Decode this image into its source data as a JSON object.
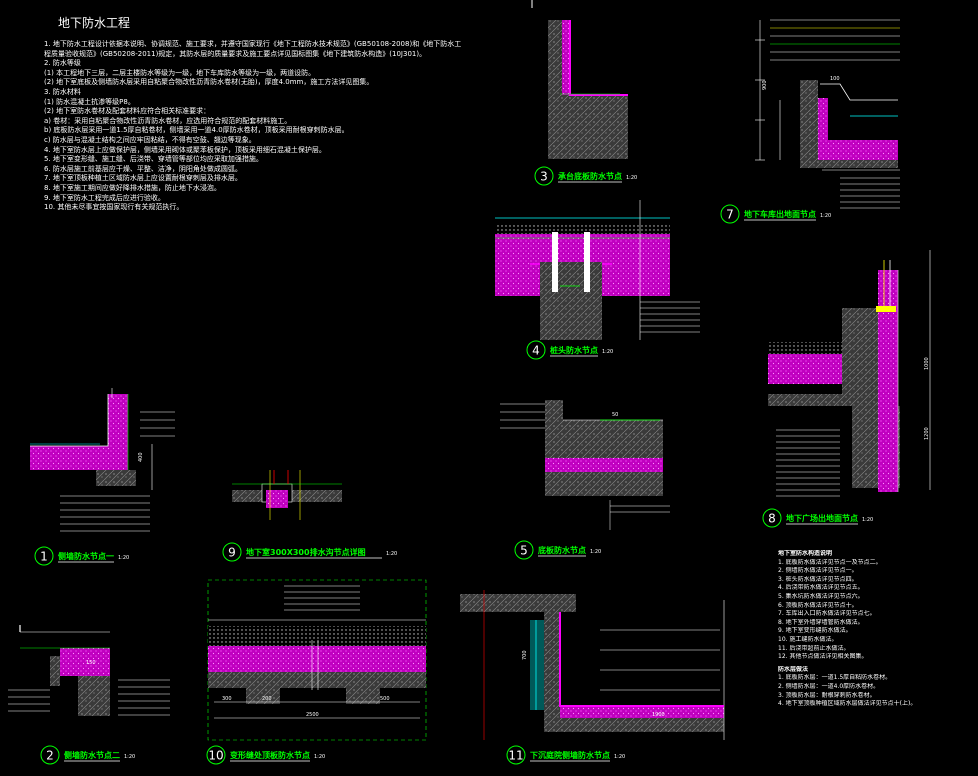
{
  "document": {
    "title": "地下防水工程",
    "notes": [
      "1. 地下防水工程设计依据本说明、协调规范、施工要求，并遵守国家现行《地下工程防水技术规范》(GB50108-2008)和《地下防水工",
      "程质量验收规范》(GB50208-2011)规定，其防水层的质量要求及施工要点详见国标图集《地下建筑防水构造》(10J301)。",
      "2. 防水等级",
      "(1) 本工程地下三层，二层主楼防水等级为一级，地下车库防水等级为一级，两道设防。",
      "(2) 地下室底板及侧墙防水层采用自粘聚合物改性沥青防水卷材(无胎)，厚度4.0mm，施工方法详见图集。",
      "3. 防水材料",
      "(1) 防水混凝土抗渗等级P8。",
      "(2) 地下室防水卷材及配套材料应符合相关标准要求：",
      "a) 卷材：采用自粘聚合物改性沥青防水卷材，应选用符合规范的配套材料施工。",
      "b) 底板防水层采用一道1.5厚自粘卷材，侧墙采用一道4.0厚防水卷材，顶板采用耐根穿刺防水层。",
      "c) 防水层与混凝土结构之间应牢固粘结，不得有空鼓、翘边等现象。",
      "4. 地下室防水层上应做保护层，侧墙采用砌体或聚苯板保护，顶板采用细石混凝土保护层。",
      "5. 地下室变形缝、施工缝、后浇带、穿墙管等部位均应采取加强措施。",
      "6. 防水层施工前基层应干燥、平整、洁净，阴阳角处做成圆弧。",
      "7. 地下室顶板种植土区域防水层上应设置耐根穿刺层及排水层。",
      "8. 地下室施工期间应做好降排水措施，防止地下水浸泡。",
      "9. 地下室防水工程完成后应进行验收。",
      "10. 其他未尽事宜按国家现行有关规范执行。"
    ],
    "side_notes_title": "地下室防水构造说明",
    "side_notes": [
      "1. 底板防水做法详见节点一及节点二。",
      "2. 侧墙防水做法详见节点一。",
      "3. 桩头防水做法详见节点四。",
      "4. 后浇带防水做法详见节点五。",
      "5. 集水坑防水做法详见节点六。",
      "6. 顶板防水做法详见节点十。",
      "7. 车库出入口防水做法详见节点七。",
      "8. 地下室外墙穿墙管防水做法。",
      "9. 地下室变形缝防水做法。",
      "10. 施工缝防水做法。",
      "11. 后浇带超前止水做法。",
      "12. 其他节点做法详见相关图集。"
    ],
    "side_notes2_title": "防水层做法",
    "side_notes2": [
      "1. 底板防水层：一道1.5厚自粘防水卷材。",
      "2. 侧墙防水层：一道4.0厚防水卷材。",
      "3. 顶板防水层：耐根穿刺防水卷材。",
      "4. 地下室顶板种植区域防水层做法详见节点十(上)。"
    ]
  },
  "details": [
    {
      "num": "1",
      "label": "侧墙防水节点一",
      "scale": "1:20"
    },
    {
      "num": "2",
      "label": "侧墙防水节点二",
      "scale": "1:20"
    },
    {
      "num": "3",
      "label": "承台底板防水节点",
      "scale": "1:20"
    },
    {
      "num": "4",
      "label": "桩头防水节点",
      "scale": "1:20"
    },
    {
      "num": "5",
      "label": "底板防水节点",
      "scale": "1:20"
    },
    {
      "num": "7",
      "label": "地下车库出地面节点",
      "scale": "1:20"
    },
    {
      "num": "8",
      "label": "地下广场出地面节点",
      "scale": "1:20"
    },
    {
      "num": "9",
      "label": "地下室300X300排水沟节点详图",
      "scale": "1:20"
    },
    {
      "num": "10",
      "label": "变形缝处顶板防水节点",
      "scale": "1:20"
    },
    {
      "num": "11",
      "label": "下沉庭院侧墙防水节点",
      "scale": "1:20"
    }
  ],
  "dims": {
    "d400": "400",
    "d200": "200",
    "d500": "500",
    "d700": "700",
    "d900": "900",
    "d1200": "1200",
    "d2500": "2500",
    "d300": "300",
    "d150": "150",
    "d100": "100",
    "d1000": "1000",
    "d50": "50",
    "d1900": "1900"
  },
  "colors": {
    "magenta": "#ff00ff",
    "green": "#00ff00",
    "yellow": "#ffff00",
    "cyan": "#00ffff",
    "red": "#ff0000",
    "white": "#ffffff",
    "gray": "#8c8c8c"
  }
}
